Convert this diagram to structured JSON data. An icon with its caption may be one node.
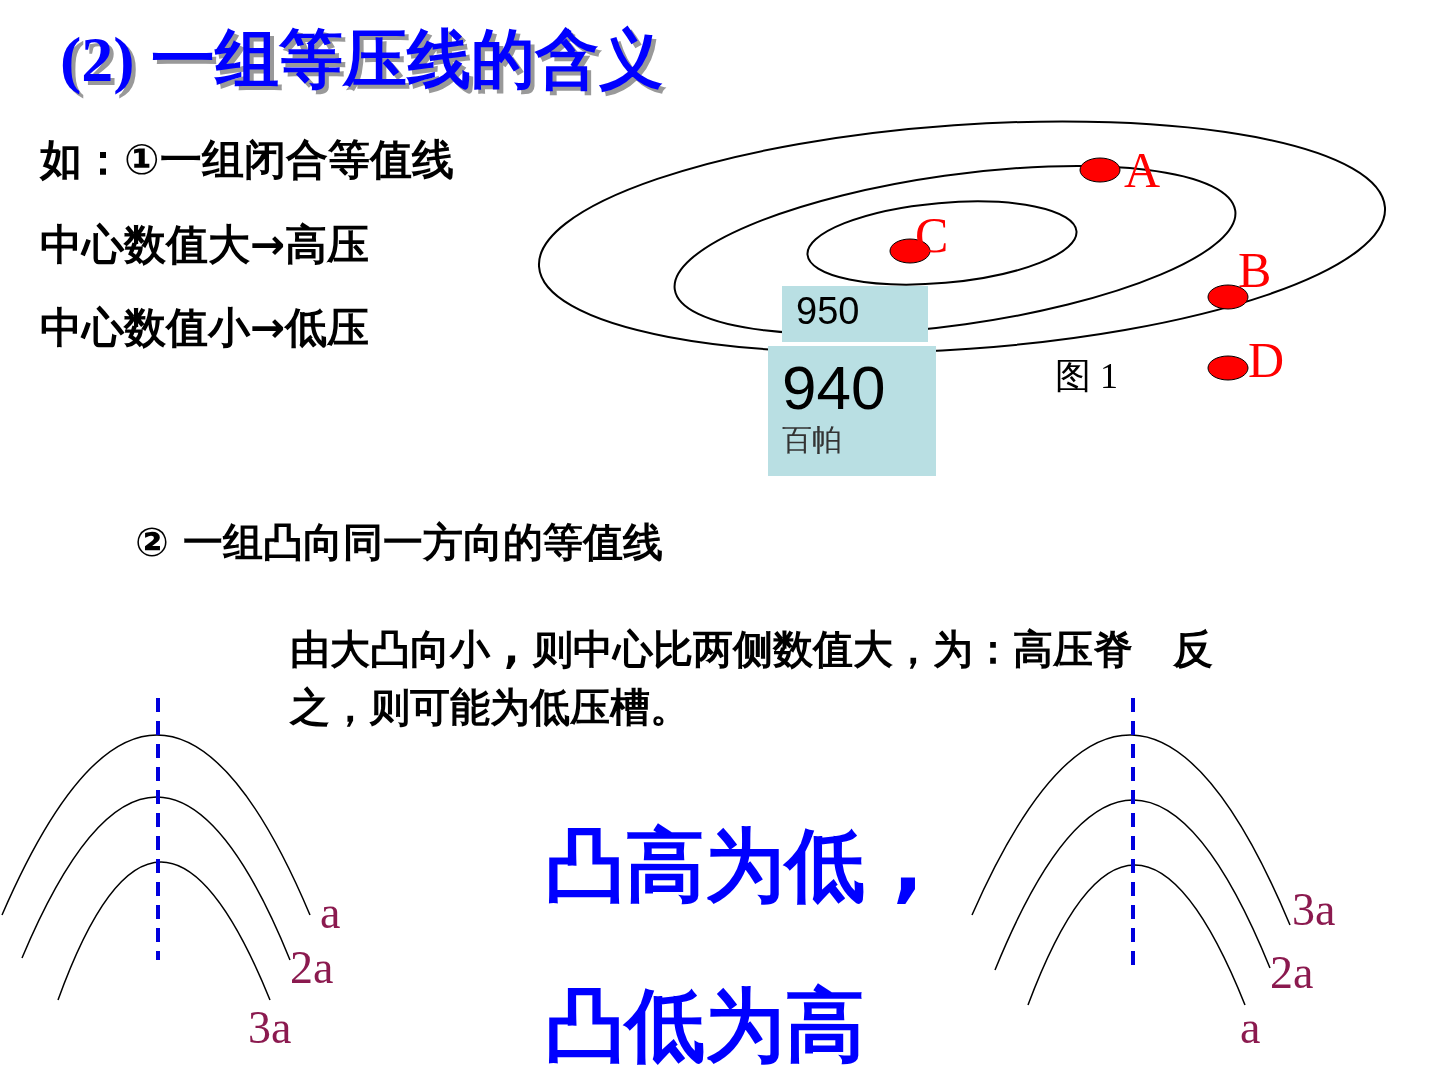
{
  "diagram": {
    "title": "(2) 一组等压线的含义",
    "nodes": [
      {
        "text": [
          "950"
        ]
      },
      {
        "text": [
          "940",
          "百帕"
        ]
      }
    ],
    "labels": [
      "如：①一组闭合等值线",
      "中心数值大→高压",
      "中心数值小→低压",
      "A",
      "C",
      "B",
      "D",
      "图 1",
      "② 一组凸向同一方向的等值线",
      "由大凸向小 , 则中心比两侧数值大，为：高压脊　反之，则可能为低压槽。",
      "凸高为低 ,",
      "凸低为高",
      "a",
      "2a",
      "3a",
      "3a",
      "2a",
      "a"
    ]
  }
}
